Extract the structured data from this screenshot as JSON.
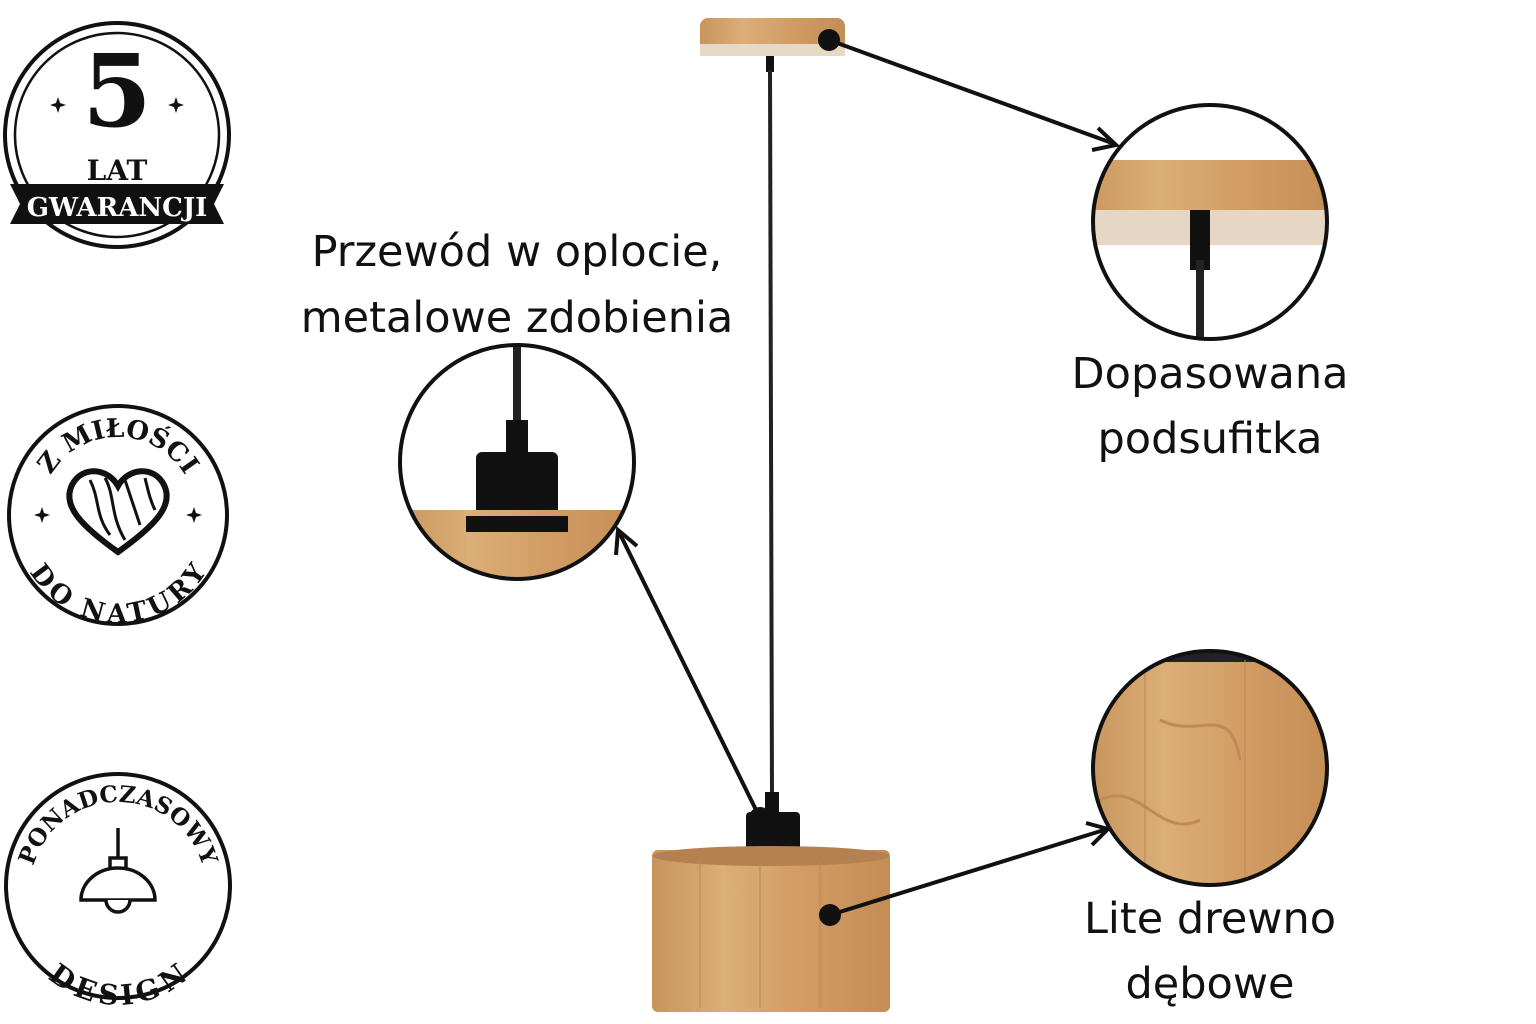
{
  "badges": {
    "warranty": {
      "number": "5",
      "line1": "LAT",
      "line2": "GWARANCJI"
    },
    "love": {
      "top": "Z MIŁOŚCI",
      "bottom": "DO NATURY"
    },
    "design": {
      "top": "PONADCZASOWY",
      "bottom": "DESIGN"
    }
  },
  "callouts": {
    "cable": {
      "line1": "Przewód w oplocie,",
      "line2": "metalowe zdobienia"
    },
    "canopy": {
      "line1": "Dopasowana",
      "line2": "podsufitka"
    },
    "wood": {
      "line1": "Lite drewno",
      "line2": "dębowe"
    }
  },
  "colors": {
    "wood": "#d8a66c",
    "wood_dark": "#c18a52",
    "ink": "#111111"
  }
}
